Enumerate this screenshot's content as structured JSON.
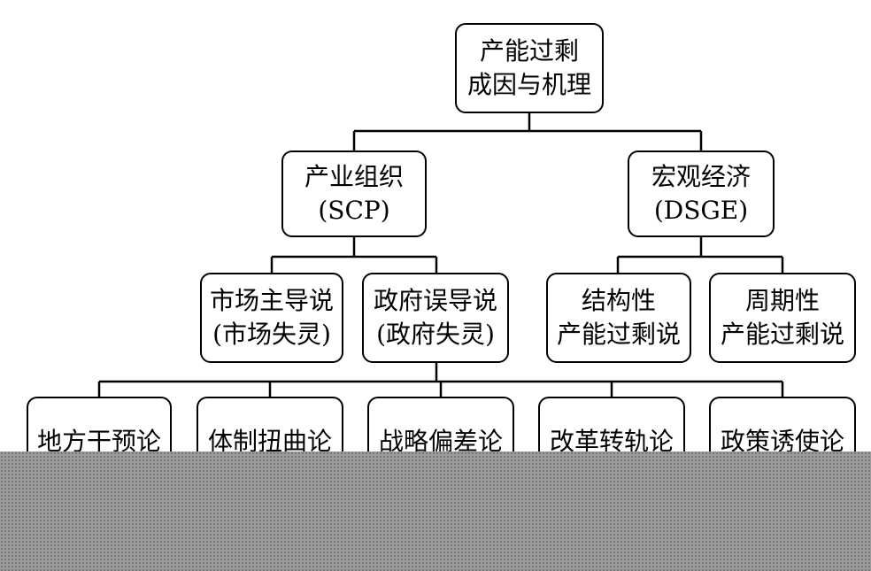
{
  "nodes": {
    "root": {
      "line1": "产能过剩",
      "line2": "成因与机理"
    },
    "io": {
      "line1": "产业组织",
      "line2": "(SCP)"
    },
    "macro": {
      "line1": "宏观经济",
      "line2": "(DSGE)"
    },
    "market": {
      "line1": "市场主导说",
      "line2": "(市场失灵)"
    },
    "gov": {
      "line1": "政府误导说",
      "line2": "(政府失灵)"
    },
    "structural": {
      "line1": "结构性",
      "line2": "产能过剩说"
    },
    "cyclical": {
      "line1": "周期性",
      "line2": "产能过剩说"
    },
    "local": {
      "line1": "地方干预论"
    },
    "system": {
      "line1": "体制扭曲论"
    },
    "strategy": {
      "line1": "战略偏差论"
    },
    "reform": {
      "line1": "改革转轨论"
    },
    "policy": {
      "line1": "政策诱使论"
    }
  }
}
